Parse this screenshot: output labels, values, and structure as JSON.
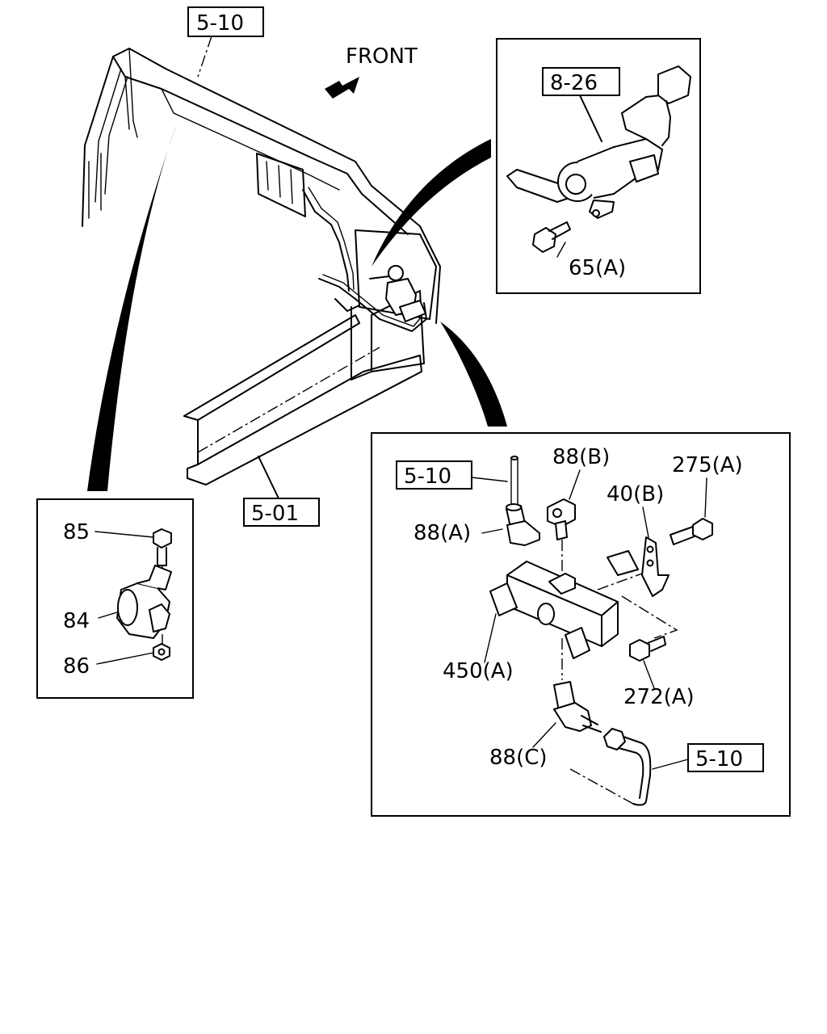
{
  "front_label": "FRONT",
  "refs": {
    "r1": "5-10",
    "r2": "5-01",
    "r3": "8-26",
    "r4": "5-10",
    "r5": "5-10"
  },
  "parts": {
    "p65a": "65(A)",
    "p85": "85",
    "p84": "84",
    "p86": "86",
    "p88b": "88(B)",
    "p275a": "275(A)",
    "p40b": "40(B)",
    "p88a": "88(A)",
    "p450a": "450(A)",
    "p272a": "272(A)",
    "p88c": "88(C)"
  }
}
